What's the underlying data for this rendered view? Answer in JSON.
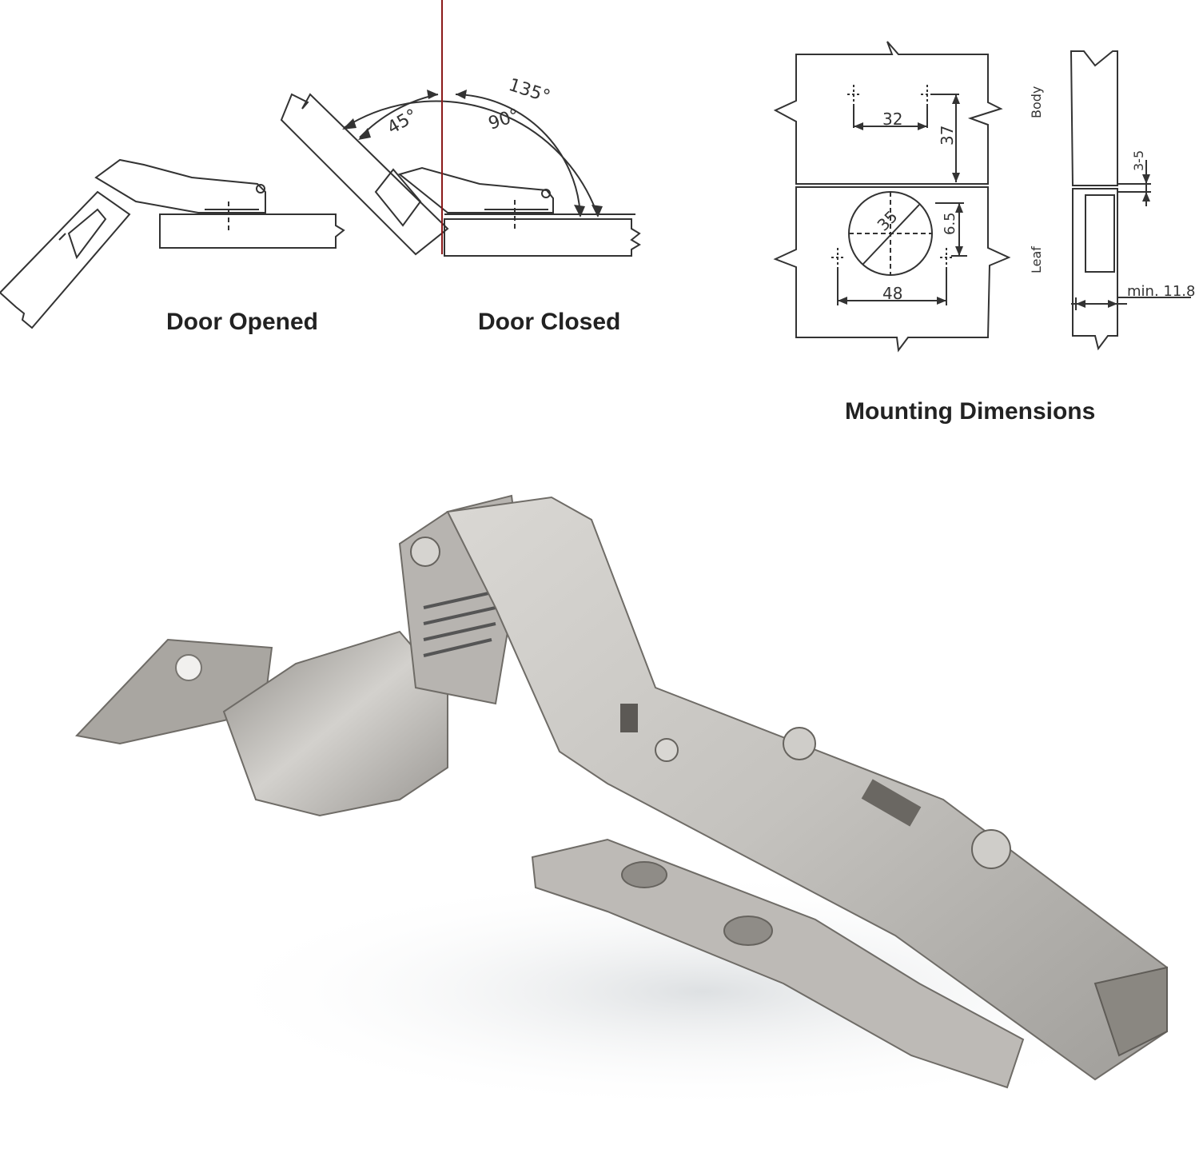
{
  "captions": {
    "door_opened": "Door Opened",
    "door_closed": "Door Closed",
    "mounting_dimensions": "Mounting Dimensions"
  },
  "angles": {
    "a135": "135°",
    "a90": "90°",
    "a45": "45°"
  },
  "dimensions": {
    "d32": "32",
    "d37": "37",
    "d35": "35",
    "d6_5": "6.5",
    "d48": "48",
    "d3_5": "3-5",
    "min": "min. 11.8",
    "body": "Body",
    "leaf": "Leaf"
  },
  "colors": {
    "line": "#333333",
    "red_axis": "#8b1a1a",
    "metal_light": "#e4e2df",
    "metal_mid": "#b9b7b3",
    "metal_dark": "#77746f"
  }
}
